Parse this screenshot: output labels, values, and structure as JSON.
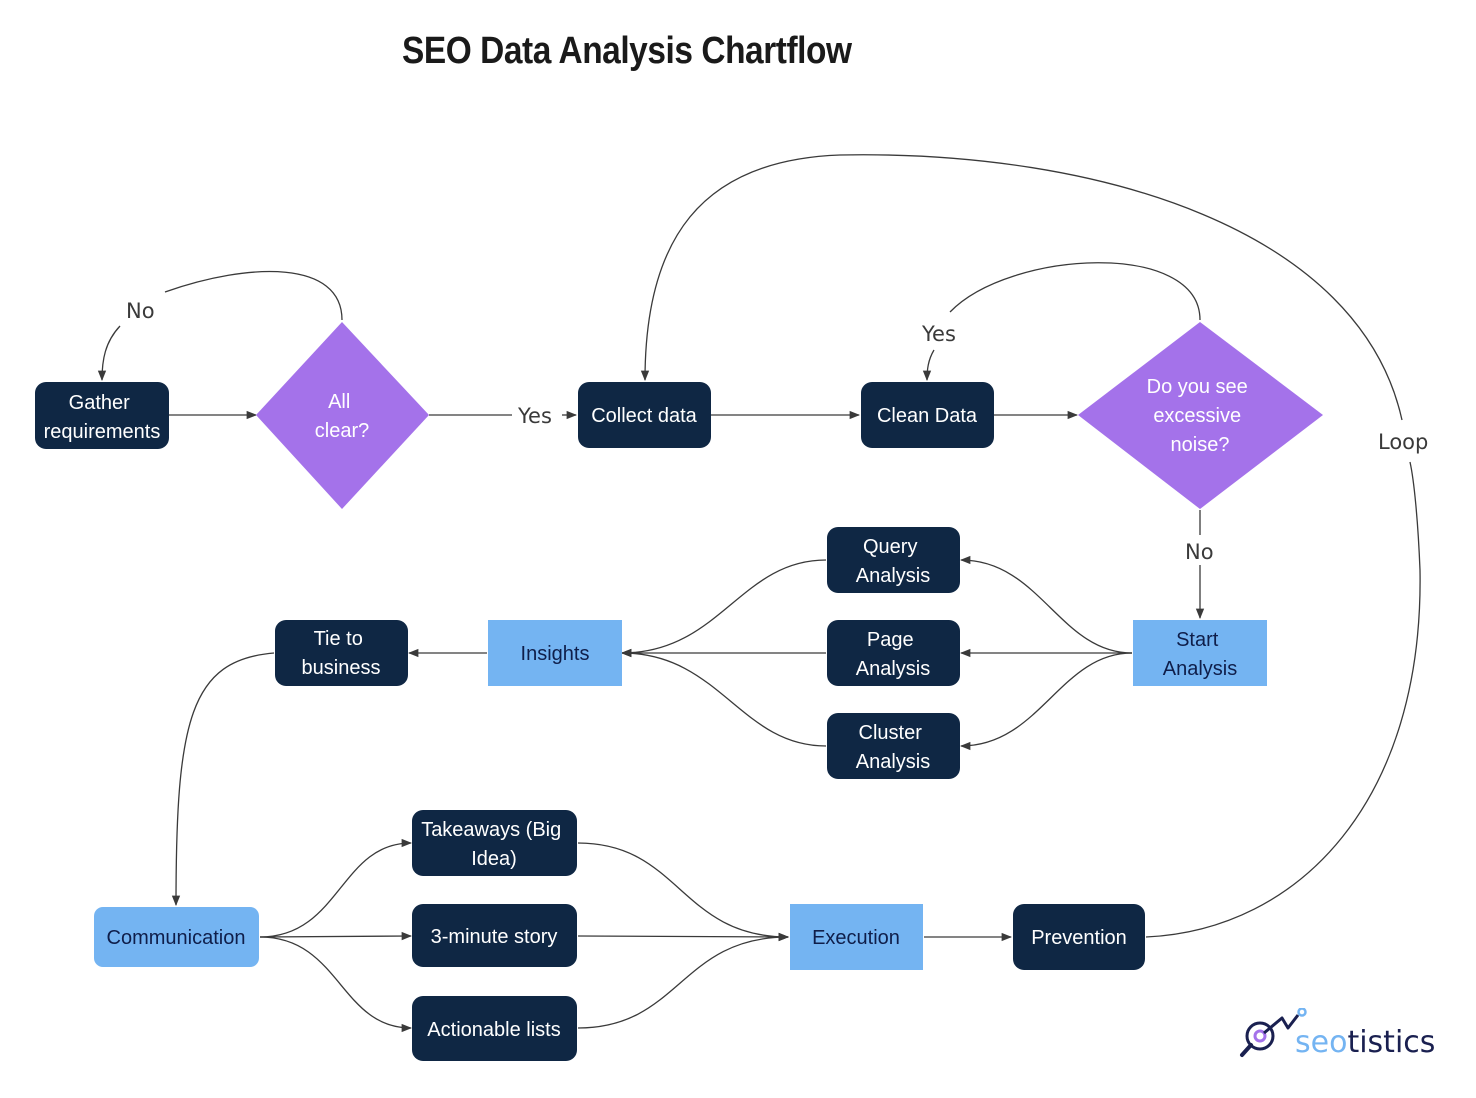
{
  "title": "SEO Data Analysis Chartflow",
  "colors": {
    "dark_node": "#0f2744",
    "light_node": "#74b4f2",
    "decision": "#a472ea",
    "edge": "#3a3a3a",
    "logo_light": "#74b4f2",
    "logo_dark": "#1a2050",
    "logo_purple": "#a472ea"
  },
  "nodes": {
    "gather": [
      "Gather",
      "requirements"
    ],
    "all_clear": [
      "All",
      "clear?"
    ],
    "collect": [
      "Collect data"
    ],
    "clean": [
      "Clean Data"
    ],
    "noise": [
      "Do you see",
      "excessive",
      "noise?"
    ],
    "start": [
      "Start",
      "Analysis"
    ],
    "query": [
      "Query",
      "Analysis"
    ],
    "page": [
      "Page",
      "Analysis"
    ],
    "cluster": [
      "Cluster",
      "Analysis"
    ],
    "insights": [
      "Insights"
    ],
    "tie": [
      "Tie to",
      "business"
    ],
    "communication": [
      "Communication"
    ],
    "takeaways": [
      "Takeaways (Big",
      "Idea)"
    ],
    "story": [
      "3-minute story"
    ],
    "lists": [
      "Actionable lists"
    ],
    "execution": [
      "Execution"
    ],
    "prevention": [
      "Prevention"
    ]
  },
  "edge_labels": {
    "no_gather": "No",
    "yes_collect": "Yes",
    "yes_clean": "Yes",
    "no_start": "No",
    "loop": "Loop"
  },
  "logo": {
    "part1": "seo",
    "part2": "tistics"
  }
}
